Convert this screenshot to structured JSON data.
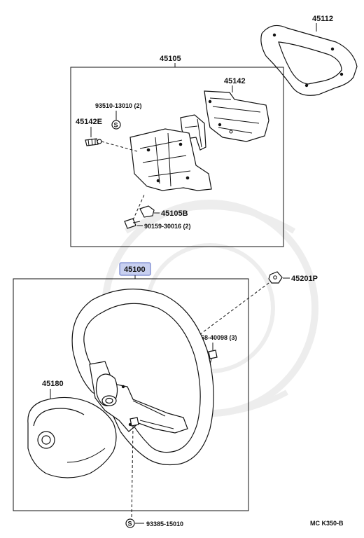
{
  "diagram": {
    "parts": {
      "p45112": "45112",
      "p45105": "45105",
      "p45142": "45142",
      "p93510": "93510-13010 (2)",
      "p45142E": "45142E",
      "p45105B": "45105B",
      "p90159": "90159-30016 (2)",
      "p45100": "45100",
      "p45201P": "45201P",
      "p90168": "90168-40098 (3)",
      "p45180": "45180",
      "p93385": "93385-15010"
    },
    "symbol_s": "S",
    "ref_code": "MC  K350-B",
    "colors": {
      "ink": "#111111",
      "highlight": "#c8d0f0"
    }
  }
}
